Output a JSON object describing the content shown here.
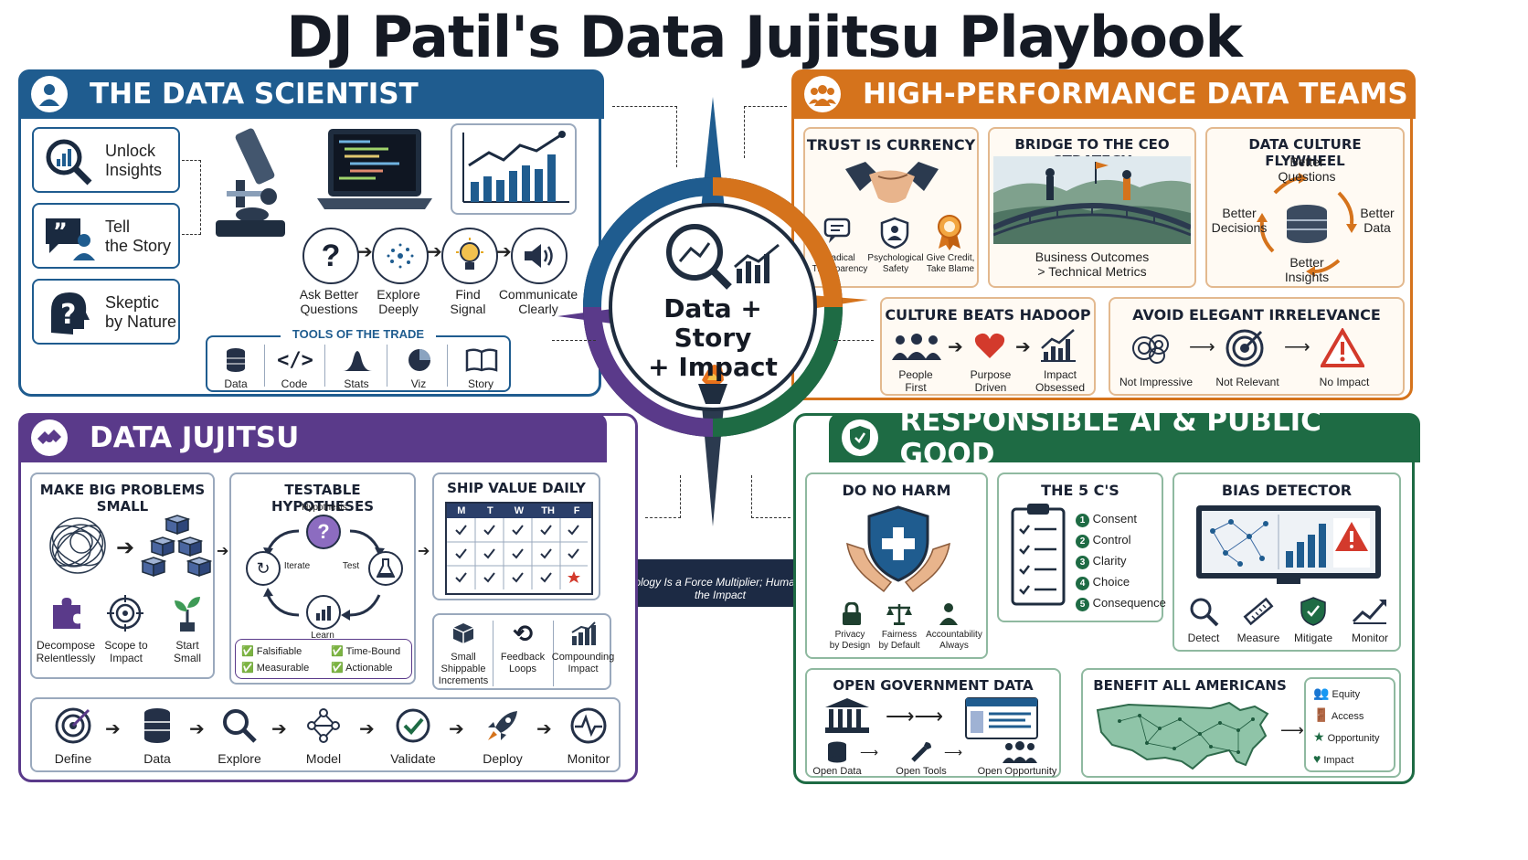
{
  "title": "DJ Patil's Data Jujitsu Playbook",
  "colors": {
    "scientist": "#1f5c8f",
    "teams": "#d5731c",
    "jujitsu": "#5a3a8a",
    "responsible": "#1e6b44"
  },
  "scientist": {
    "header": "THE DATA SCIENTIST",
    "items": [
      {
        "line1": "Unlock",
        "line2": "Insights"
      },
      {
        "line1": "Tell",
        "line2": "the Story"
      },
      {
        "line1": "Skeptic",
        "line2": "by Nature"
      }
    ],
    "steps": [
      {
        "line1": "Ask Better",
        "line2": "Questions"
      },
      {
        "line1": "Explore",
        "line2": "Deeply"
      },
      {
        "line1": "Find",
        "line2": "Signal"
      },
      {
        "line1": "Communicate",
        "line2": "Clearly"
      }
    ],
    "tools_title": "TOOLS OF THE TRADE",
    "tools": [
      "Data",
      "Code",
      "Stats",
      "Viz",
      "Story"
    ]
  },
  "teams": {
    "header": "HIGH-PERFORMANCE DATA TEAMS",
    "trust": {
      "title": "TRUST IS CURRENCY",
      "items": [
        {
          "line1": "Radical",
          "line2": "Transparency"
        },
        {
          "line1": "Psychological",
          "line2": "Safety"
        },
        {
          "line1": "Give Credit,",
          "line2": "Take Blame"
        }
      ]
    },
    "bridge": {
      "title": "BRIDGE TO THE CEO STRATEGY",
      "line1": "Business Outcomes",
      "line2": "> Technical Metrics"
    },
    "flywheel": {
      "title": "DATA CULTURE FLYWHEEL",
      "top": {
        "line1": "Better",
        "line2": "Questions"
      },
      "right": {
        "line1": "Better",
        "line2": "Data"
      },
      "bottom": {
        "line1": "Better",
        "line2": "Insights"
      },
      "left": {
        "line1": "Better",
        "line2": "Decisions"
      }
    },
    "hadoop": {
      "title": "CULTURE BEATS HADOOP",
      "items": [
        {
          "line1": "People",
          "line2": "First"
        },
        {
          "line1": "Purpose",
          "line2": "Driven"
        },
        {
          "line1": "Impact",
          "line2": "Obsessed"
        }
      ]
    },
    "irrelevance": {
      "title": "AVOID ELEGANT IRRELEVANCE",
      "items": [
        "Not Impressive",
        "Not Relevant",
        "No Impact"
      ]
    }
  },
  "center": {
    "line1": "Data + Story",
    "line2": "+ Impact",
    "banner": "Technology Is a Force Multiplier; Humans Drive the Impact"
  },
  "jujitsu": {
    "header": "DATA JUJITSU",
    "small": {
      "title": "MAKE BIG PROBLEMS SMALL",
      "items": [
        {
          "line1": "Decompose",
          "line2": "Relentlessly"
        },
        {
          "line1": "Scope to",
          "line2": "Impact"
        },
        {
          "line1": "Start",
          "line2": "Small"
        }
      ]
    },
    "hyp": {
      "title": "TESTABLE HYPOTHESES",
      "top": "Hypothesis",
      "right": "Test",
      "bottom": "Learn",
      "left": "Iterate",
      "checks": [
        "Falsifiable",
        "Time-Bound",
        "Measurable",
        "Actionable"
      ]
    },
    "ship": {
      "title": "SHIP VALUE DAILY",
      "days": [
        "M",
        "T",
        "W",
        "TH",
        "F"
      ],
      "items": [
        {
          "line1": "Small",
          "line2": "Shippable",
          "line3": "Increments"
        },
        {
          "line1": "Feedback",
          "line2": "Loops",
          "line3": ""
        },
        {
          "line1": "Compounding",
          "line2": "Impact",
          "line3": ""
        }
      ]
    },
    "pipeline": [
      "Define",
      "Data",
      "Explore",
      "Model",
      "Validate",
      "Deploy",
      "Monitor"
    ]
  },
  "responsible": {
    "header": "RESPONSIBLE AI & PUBLIC GOOD",
    "harm": {
      "title": "DO NO HARM",
      "items": [
        {
          "line1": "Privacy",
          "line2": "by Design"
        },
        {
          "line1": "Fairness",
          "line2": "by Default"
        },
        {
          "line1": "Accountability",
          "line2": "Always"
        }
      ]
    },
    "fivec": {
      "title": "THE 5 C'S",
      "items": [
        "Consent",
        "Control",
        "Clarity",
        "Choice",
        "Consequence"
      ]
    },
    "bias": {
      "title": "BIAS DETECTOR",
      "items": [
        "Detect",
        "Measure",
        "Mitigate",
        "Monitor"
      ]
    },
    "gov": {
      "title": "OPEN GOVERNMENT DATA",
      "items": [
        "Open Data",
        "Open Tools",
        "Open Opportunity"
      ]
    },
    "benefit": {
      "title": "BENEFIT ALL AMERICANS",
      "items": [
        "Equity",
        "Access",
        "Opportunity",
        "Impact"
      ]
    }
  }
}
